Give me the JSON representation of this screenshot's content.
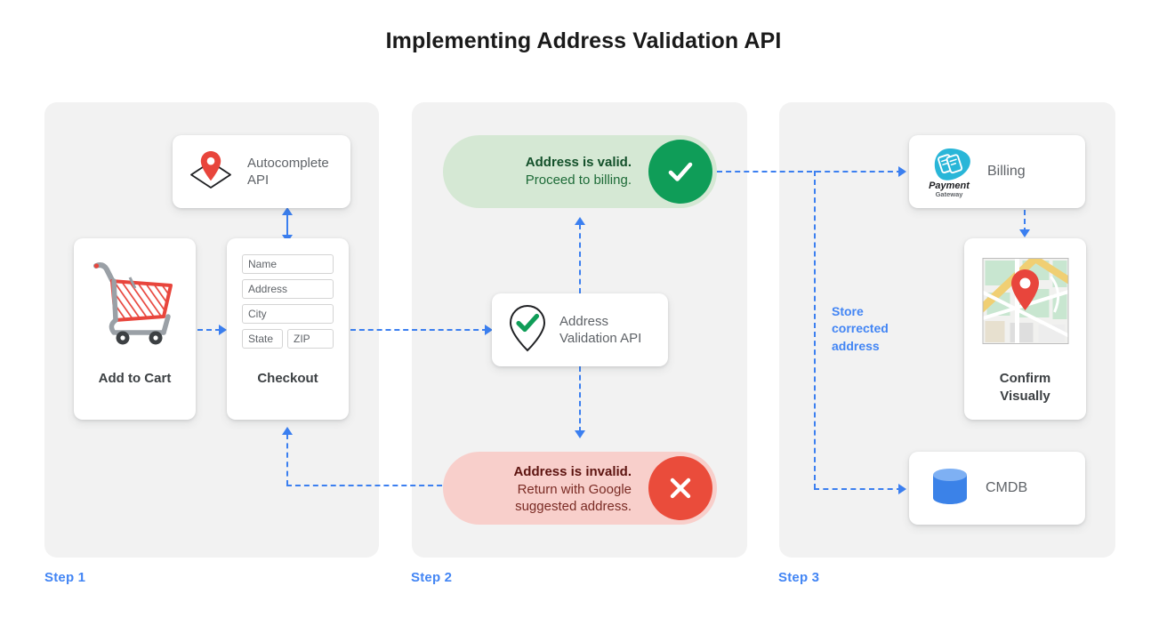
{
  "title": "Implementing Address Validation API",
  "colors": {
    "accent_blue": "#4285f4",
    "connector_blue": "#3b7ff0",
    "panel_gray": "#f2f2f2",
    "valid_green": "#0f9d58",
    "valid_green_bg": "#d5e8d4",
    "invalid_red": "#ea4c3b",
    "invalid_red_bg": "#f8cfcb",
    "cart_red": "#e8453c",
    "pin_red": "#e8453c",
    "db_blue": "#3b82e8",
    "payment_teal": "#29b6d8"
  },
  "steps": [
    {
      "label": "Step 1"
    },
    {
      "label": "Step 2"
    },
    {
      "label": "Step 3"
    }
  ],
  "step1": {
    "autocomplete_card": {
      "icon": "map-pin-diamond-icon",
      "line1": "Autocomplete",
      "line2": "API"
    },
    "cart_card": {
      "icon": "shopping-cart-icon",
      "label": "Add to Cart"
    },
    "checkout_card": {
      "label": "Checkout",
      "fields": [
        {
          "name": "name-field",
          "placeholder": "Name"
        },
        {
          "name": "address-field",
          "placeholder": "Address"
        },
        {
          "name": "city-field",
          "placeholder": "City"
        },
        {
          "name": "state-field",
          "placeholder": "State"
        },
        {
          "name": "zip-field",
          "placeholder": "ZIP"
        }
      ]
    }
  },
  "step2": {
    "valid_pill": {
      "line1": "Address is valid.",
      "line2": "Proceed to billing.",
      "badge_icon": "check-icon"
    },
    "validation_card": {
      "icon": "pin-check-icon",
      "line1": "Address",
      "line2": "Validation API"
    },
    "invalid_pill": {
      "line1": "Address is invalid.",
      "line2": "Return with Google",
      "line3": "suggested address.",
      "badge_icon": "close-icon"
    }
  },
  "step3": {
    "billing_card": {
      "icon": "payment-gateway-icon",
      "icon_text_line1": "Payment",
      "icon_text_line2": "Gateway",
      "label": "Billing"
    },
    "map_card": {
      "icon": "map-thumbnail-icon",
      "label_line1": "Confirm",
      "label_line2": "Visually"
    },
    "cmdb_card": {
      "icon": "database-icon",
      "label": "CMDB"
    },
    "annotation": {
      "line1": "Store",
      "line2": "corrected",
      "line3": "address"
    }
  }
}
